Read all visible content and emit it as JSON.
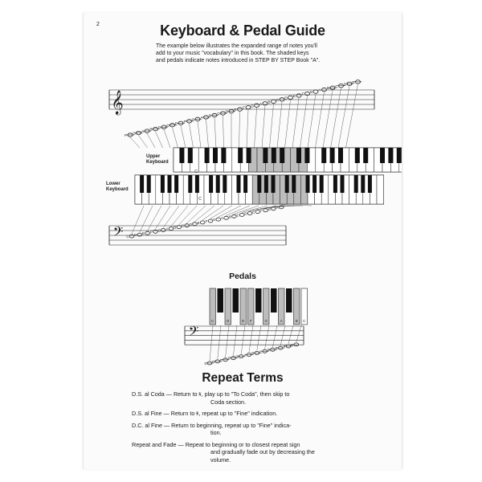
{
  "page_number": "2",
  "title": "Keyboard & Pedal Guide",
  "intro_lines": [
    "The example below illustrates the expanded range of notes you'll",
    "add to your music \"vocabulary\" in this book. The shaded keys",
    "and pedals indicate notes introduced in STEP BY STEP Book \"A\"."
  ],
  "upper_keyboard_label": [
    "Upper",
    "Keyboard"
  ],
  "lower_keyboard_label": [
    "Lower",
    "Keyboard"
  ],
  "middle_c_label": "C",
  "treble_notes": [
    "F",
    "G",
    "A",
    "B",
    "C",
    "D",
    "E",
    "F",
    "G",
    "A",
    "B",
    "C",
    "D",
    "E",
    "F",
    "G",
    "A",
    "B",
    "C",
    "D",
    "E",
    "F",
    "G",
    "A",
    "B",
    "C",
    "D",
    "E"
  ],
  "bass_notes": [
    "C",
    "D",
    "E",
    "F",
    "G",
    "A",
    "B",
    "C",
    "D",
    "E",
    "F",
    "G",
    "A",
    "B",
    "C",
    "D",
    "E",
    "F",
    "G",
    "A"
  ],
  "pedals_title": "Pedals",
  "pedal_letters": [
    "C",
    "D",
    "E",
    "F",
    "G",
    "A",
    "B",
    "C"
  ],
  "pedal_staff_notes": [
    "C",
    "D",
    "E",
    "F",
    "G",
    "A",
    "B",
    "C",
    "D",
    "E",
    "F",
    "G"
  ],
  "repeat_title": "Repeat Terms",
  "terms": [
    {
      "name": "D.S. al Coda",
      "dash": " — ",
      "line1": "Return to 𝄋, play up to \"To Coda\", then skip to",
      "line2": "Coda section."
    },
    {
      "name": "D.S. al Fine",
      "dash": " — ",
      "line1": "Return to 𝄋, repeat up to \"Fine\" indication.",
      "line2": ""
    },
    {
      "name": "D.C. al Fine",
      "dash": " — ",
      "line1": "Return to beginning, repeat up to \"Fine\" indica-",
      "line2": "tion."
    },
    {
      "name": "Repeat and Fade",
      "dash": " — ",
      "line1": "Repeat to beginning or to closest repeat sign",
      "line2": "and gradually fade out by decreasing the",
      "line3": "volume."
    }
  ]
}
